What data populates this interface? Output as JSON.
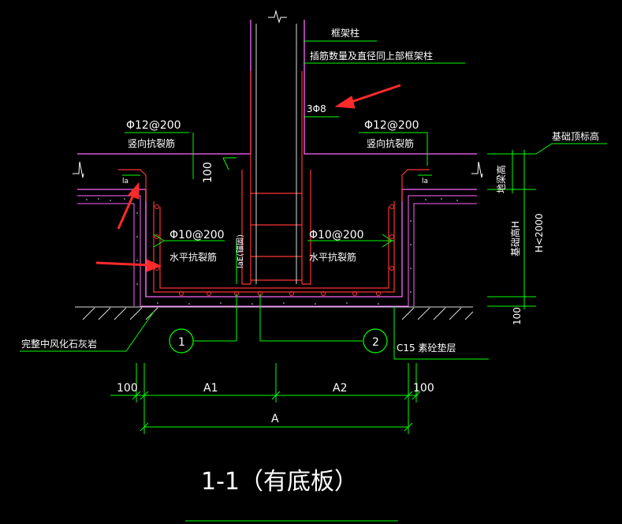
{
  "title": "1-1（有底板）",
  "labels": {
    "frame_column": "框架柱",
    "dowel_note": "插筋数量及直径同上部框架柱",
    "stirrup": "3Φ8",
    "vert_rebar_left": "Φ12@200",
    "vert_rebar_left_desc": "竖向抗裂筋",
    "vert_rebar_right": "Φ12@200",
    "vert_rebar_right_desc": "竖向抗裂筋",
    "horiz_rebar_left": "Φ10@200",
    "horiz_rebar_left_desc": "水平抗裂筋",
    "horiz_rebar_right": "Φ10@200",
    "horiz_rebar_right_desc": "水平抗裂筋",
    "la_left": "la",
    "la_right": "la",
    "dim_100_vertical": "100",
    "lae": "laE(锚固)",
    "foundation_top": "基础顶标高",
    "beam_height": "地梁高",
    "foundation_depth": "基础高H",
    "h_limit": "H<2000",
    "bottom_100": "100",
    "rock": "完整中风化石灰岩",
    "bedding": "C15   素砼垫层",
    "marker_1": "1",
    "marker_2": "2",
    "dim_A1": "A1",
    "dim_A2": "A2",
    "dim_A": "A",
    "dim_100_left": "100",
    "dim_100_right": "100"
  },
  "colors": {
    "background": "#000000",
    "column_outline": "#ff66ff",
    "rebar": "#ff3333",
    "leader": "#00ff00",
    "text": "#ffffff",
    "arrow": "#ff2a2a"
  }
}
